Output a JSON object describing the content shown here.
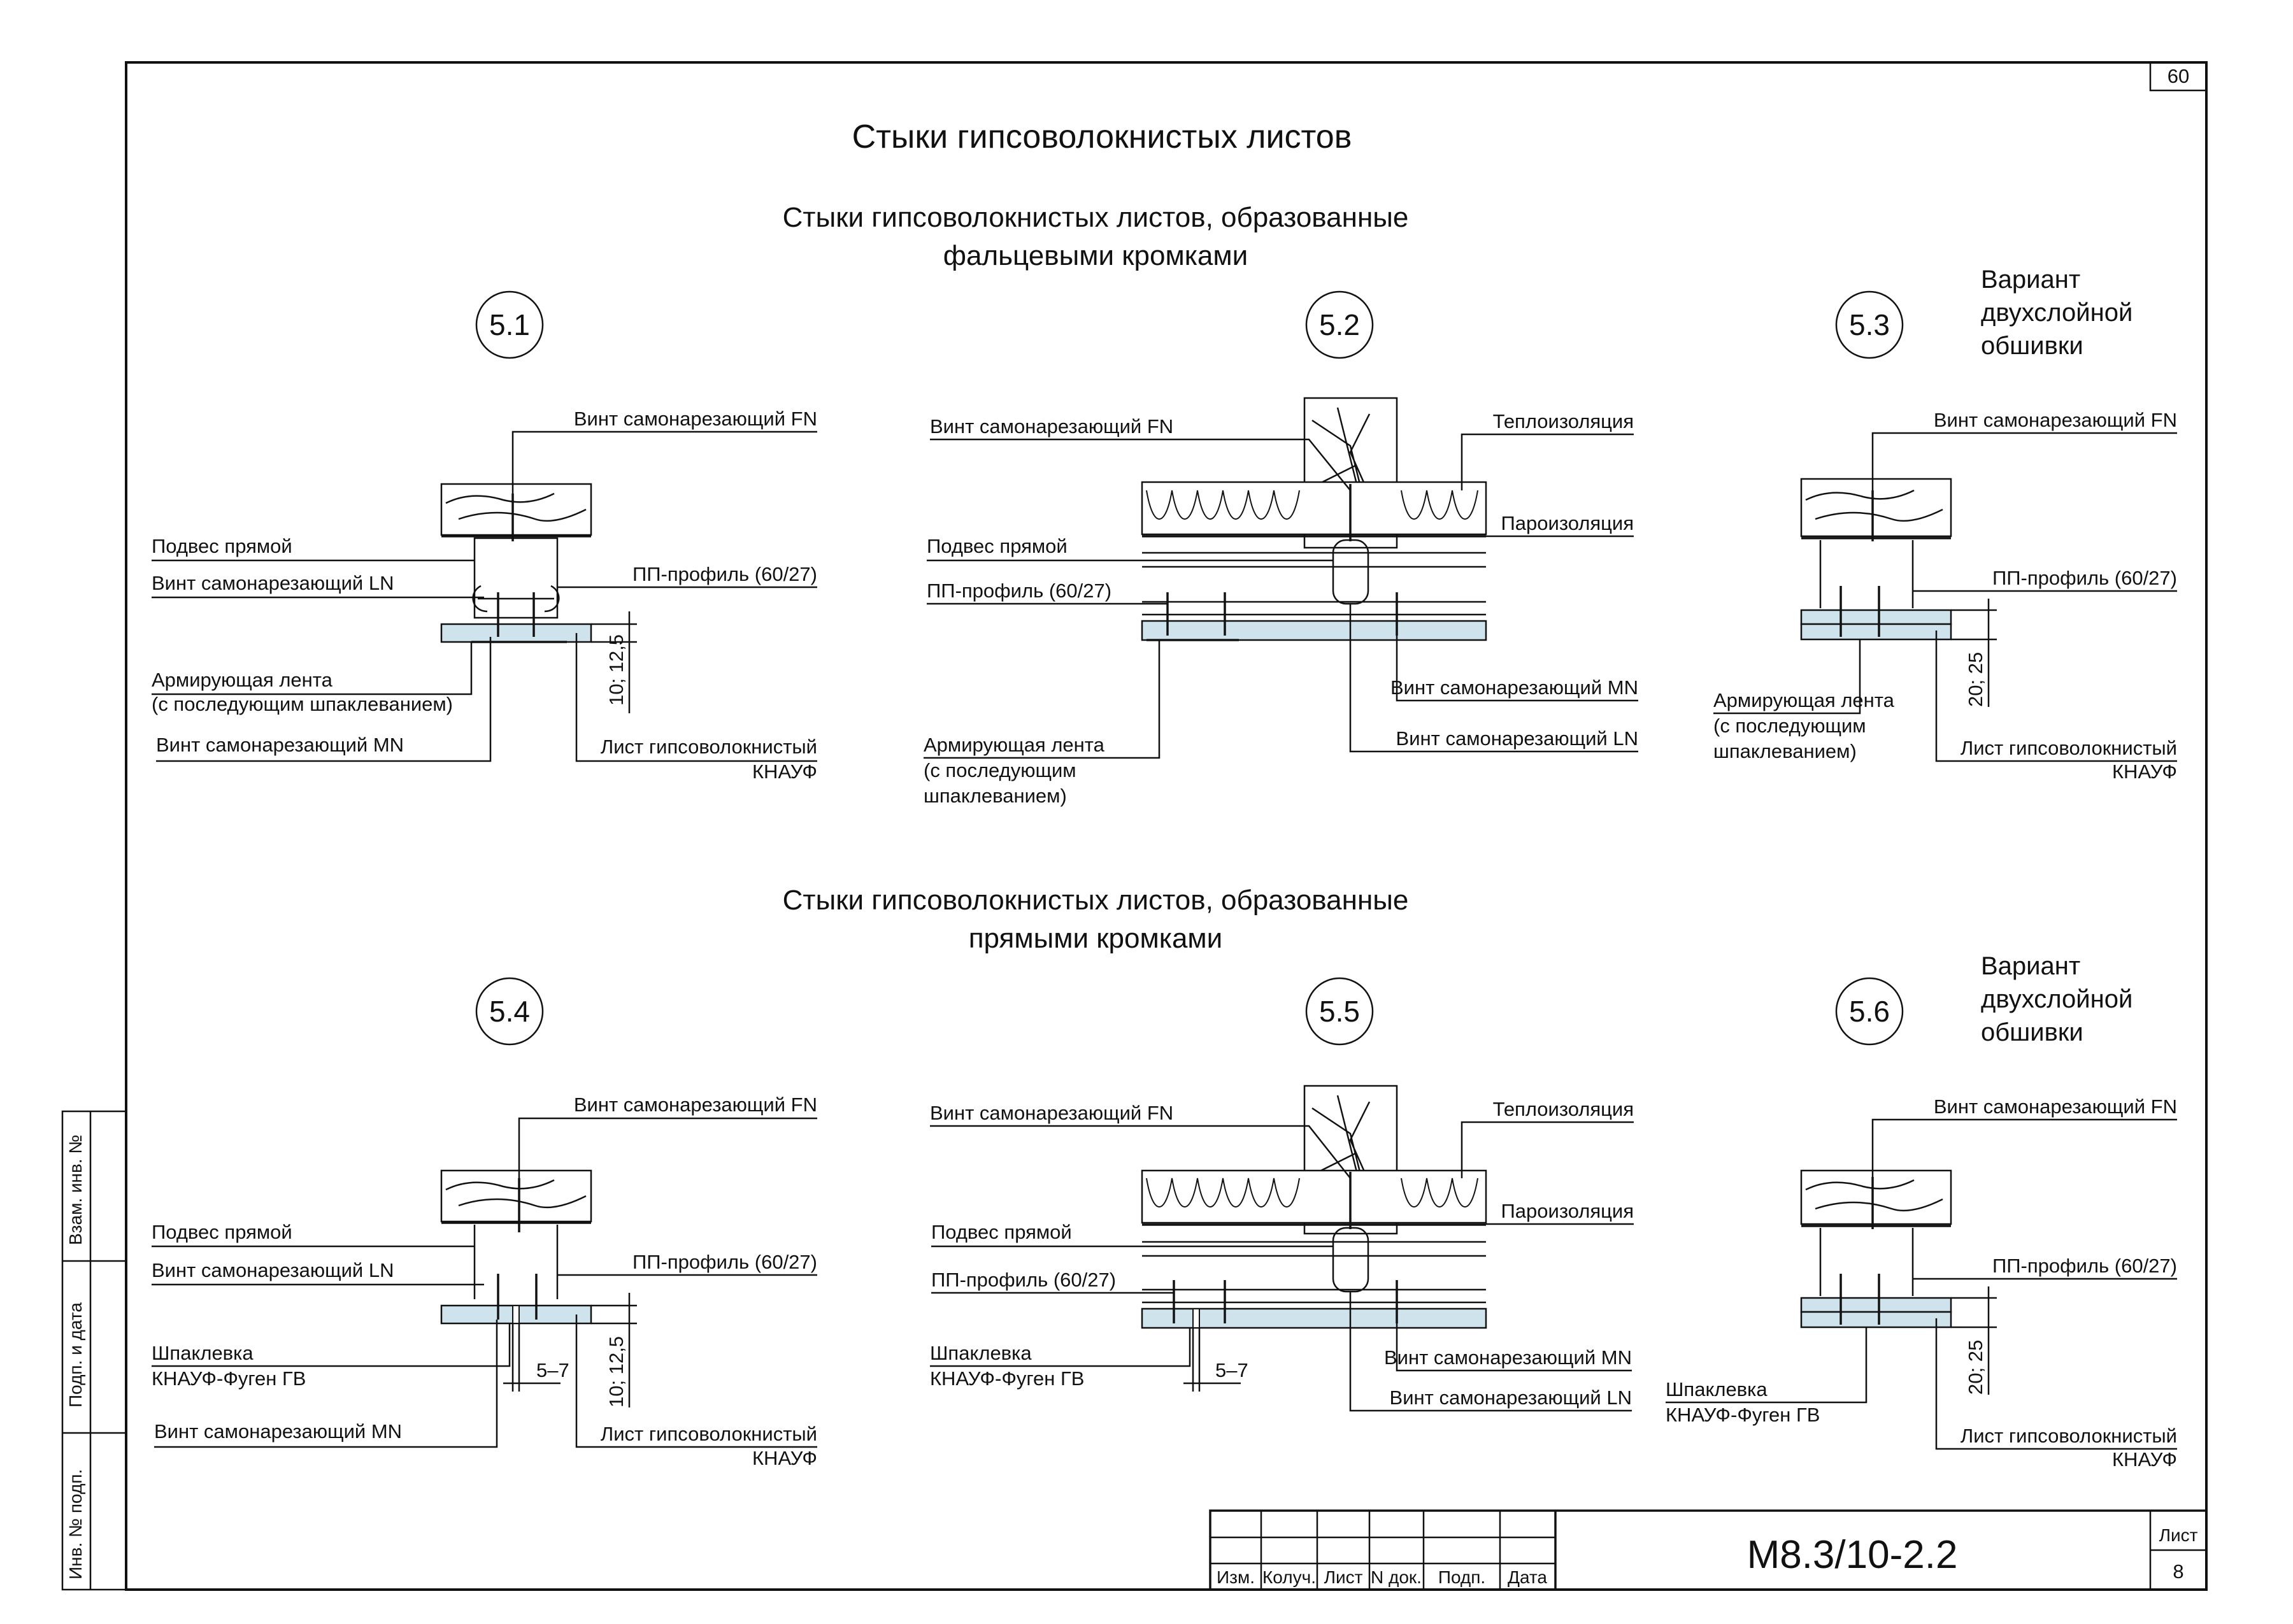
{
  "page_number": "60",
  "title": "Стыки гипсоволокнистых листов",
  "section1": {
    "line1": "Стыки гипсоволокнистых листов, образованные",
    "line2": "фальцевыми кромками"
  },
  "section2": {
    "line1": "Стыки гипсоволокнистых листов, образованные",
    "line2": "прямыми кромками"
  },
  "variant": {
    "line1": "Вариант",
    "line2": "двухслойной",
    "line3": "обшивки"
  },
  "details": {
    "d51": {
      "num": "5.1",
      "fn": "Винт самонарезающий FN",
      "hanger": "Подвес прямой",
      "ln": "Винт самонарезающий LN",
      "pp": "ПП-профиль (60/27)",
      "tape1": "Армирующая лента",
      "tape2": "(с последующим шпаклеванием)",
      "mn": "Винт самонарезающий MN",
      "sheet1": "Лист гипсоволокнистый",
      "sheet2": "КНАУФ",
      "dim": "10; 12,5"
    },
    "d52": {
      "num": "5.2",
      "fn": "Винт самонарезающий FN",
      "thermo": "Теплоизоляция",
      "vapor": "Пароизоляция",
      "hanger": "Подвес прямой",
      "pp": "ПП-профиль (60/27)",
      "mn": "Винт самонарезающий MN",
      "ln": "Винт самонарезающий LN",
      "tape1": "Армирующая лента",
      "tape2": "(с последующим",
      "tape3": "шпаклеванием)"
    },
    "d53": {
      "num": "5.3",
      "fn": "Винт самонарезающий FN",
      "pp": "ПП-профиль (60/27)",
      "tape1": "Армирующая лента",
      "tape2": "(с последующим",
      "tape3": "шпаклеванием)",
      "sheet1": "Лист гипсоволокнистый",
      "sheet2": "КНАУФ",
      "dim": "20; 25"
    },
    "d54": {
      "num": "5.4",
      "fn": "Винт самонарезающий FN",
      "hanger": "Подвес прямой",
      "ln": "Винт самонарезающий LN",
      "pp": "ПП-профиль (60/27)",
      "putty1": "Шпаклевка",
      "putty2": "КНАУФ-Фуген ГВ",
      "gap": "5–7",
      "mn": "Винт самонарезающий MN",
      "sheet1": "Лист гипсоволокнистый",
      "sheet2": "КНАУФ",
      "dim": "10; 12,5"
    },
    "d55": {
      "num": "5.5",
      "fn": "Винт самонарезающий FN",
      "thermo": "Теплоизоляция",
      "vapor": "Пароизоляция",
      "hanger": "Подвес прямой",
      "pp": "ПП-профиль (60/27)",
      "putty1": "Шпаклевка",
      "putty2": "КНАУФ-Фуген ГВ",
      "gap": "5–7",
      "mn": "Винт самонарезающий MN",
      "ln": "Винт самонарезающий LN"
    },
    "d56": {
      "num": "5.6",
      "fn": "Винт самонарезающий FN",
      "pp": "ПП-профиль (60/27)",
      "putty1": "Шпаклевка",
      "putty2": "КНАУФ-Фуген ГВ",
      "sheet1": "Лист гипсоволокнистый",
      "sheet2": "КНАУФ",
      "dim": "20; 25"
    }
  },
  "side_stamp": {
    "s1": "Взам. инв. №",
    "s2": "Подп. и дата",
    "s3": "Инв. № подп."
  },
  "title_block": {
    "izm": "Изм.",
    "koluch": "Колуч.",
    "list": "Лист",
    "ndok": "N док.",
    "podp": "Подп.",
    "data": "Дата",
    "code": "М8.3/10-2.2",
    "sheet_label": "Лист",
    "sheet_no": "8"
  }
}
